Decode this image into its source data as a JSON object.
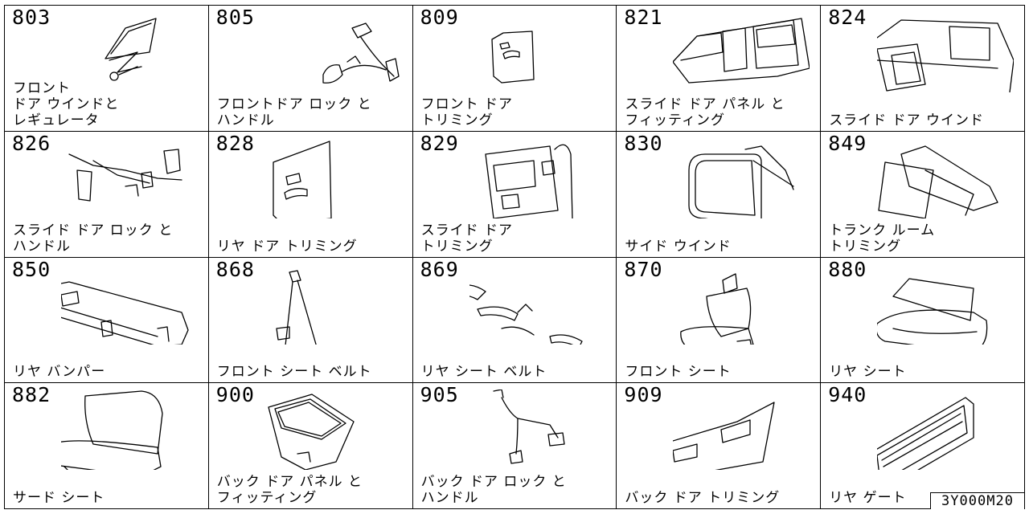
{
  "reference_code": "3Y000M20",
  "cells": [
    {
      "code": "803",
      "label": "フロント\nドア ウインドと\nレギュレータ",
      "icon": "window-regulator-icon"
    },
    {
      "code": "805",
      "label": "フロントドア ロック と\nハンドル",
      "icon": "door-lock-handle-icon"
    },
    {
      "code": "809",
      "label": "フロント ドア\nトリミング",
      "icon": "door-trim-icon"
    },
    {
      "code": "821",
      "label": "スライド ドア パネル と\nフィッティング",
      "icon": "slide-door-panel-icon"
    },
    {
      "code": "824",
      "label": "スライド ドア ウインド",
      "icon": "slide-door-window-icon"
    },
    {
      "code": "826",
      "label": "スライド ドア ロック と\nハンドル",
      "icon": "slide-door-lock-icon"
    },
    {
      "code": "828",
      "label": "リヤ ドア トリミング",
      "icon": "rear-door-trim-icon"
    },
    {
      "code": "829",
      "label": "スライド ドア\nトリミング",
      "icon": "slide-door-trim-icon"
    },
    {
      "code": "830",
      "label": "サイド ウインド",
      "icon": "side-window-icon"
    },
    {
      "code": "849",
      "label": "トランク ルーム\nトリミング",
      "icon": "trunk-trim-icon"
    },
    {
      "code": "850",
      "label": "リヤ バンパー",
      "icon": "rear-bumper-icon"
    },
    {
      "code": "868",
      "label": "フロント シート ベルト",
      "icon": "front-seat-belt-icon"
    },
    {
      "code": "869",
      "label": "リヤ シート ベルト",
      "icon": "rear-seat-belt-icon"
    },
    {
      "code": "870",
      "label": "フロント シート",
      "icon": "front-seat-icon"
    },
    {
      "code": "880",
      "label": "リヤ シート",
      "icon": "rear-seat-icon"
    },
    {
      "code": "882",
      "label": "サード シート",
      "icon": "third-seat-icon"
    },
    {
      "code": "900",
      "label": "バック ドア パネル と\nフィッティング",
      "icon": "back-door-panel-icon"
    },
    {
      "code": "905",
      "label": "バック ドア ロック と\nハンドル",
      "icon": "back-door-lock-icon"
    },
    {
      "code": "909",
      "label": "バック ドア トリミング",
      "icon": "back-door-trim-icon"
    },
    {
      "code": "940",
      "label": "リヤ ゲート",
      "icon": "rear-gate-icon"
    }
  ]
}
